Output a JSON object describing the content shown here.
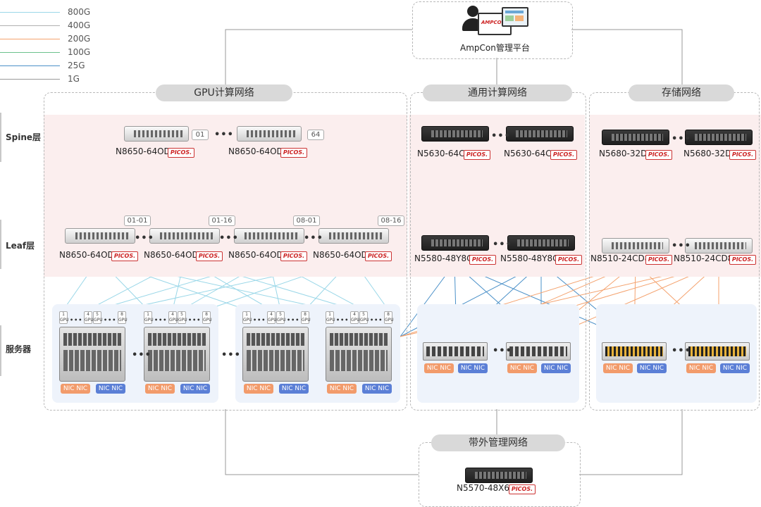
{
  "legend": [
    {
      "label": "800G",
      "color": "#9ad7e8"
    },
    {
      "label": "400G",
      "color": "#b0b0b0"
    },
    {
      "label": "200G",
      "color": "#f4a26e"
    },
    {
      "label": "100G",
      "color": "#6cc18d"
    },
    {
      "label": "25G",
      "color": "#4a90c8"
    },
    {
      "label": "1G",
      "color": "#9a9a9a"
    }
  ],
  "ampcon": {
    "label": "AmpCon管理平台",
    "logo_text": "AMPCON"
  },
  "sections": {
    "gpu": "GPU计算网络",
    "general": "通用计算网络",
    "storage": "存储网络",
    "oob": "带外管理网络"
  },
  "layers": {
    "spine": "Spine层",
    "leaf": "Leaf层",
    "server": "服务器"
  },
  "picos_text": "PICOS.",
  "gpu_spines": [
    {
      "model": "N8650-64OD",
      "tag": "01"
    },
    {
      "model": "N8650-64OD",
      "tag": "64"
    }
  ],
  "gpu_leaves": [
    {
      "model": "N8650-64OD",
      "tag": "01-01"
    },
    {
      "model": "N8650-64OD",
      "tag": "01-16"
    },
    {
      "model": "N8650-64OD",
      "tag": "08-01"
    },
    {
      "model": "N8650-64OD",
      "tag": "08-16"
    }
  ],
  "general_spines": [
    {
      "model": "N5630-64C"
    },
    {
      "model": "N5630-64C"
    }
  ],
  "general_leaves": [
    {
      "model": "N5580-48Y8C"
    },
    {
      "model": "N5580-48Y8C"
    }
  ],
  "storage_spines": [
    {
      "model": "N5680-32D"
    },
    {
      "model": "N5680-32D"
    }
  ],
  "storage_leaves": [
    {
      "model": "N8510-24CD8D"
    },
    {
      "model": "N8510-24CD8D"
    }
  ],
  "oob_switch": {
    "model": "N5570-48X6C"
  },
  "gpu_labels": {
    "gpu": "GPU",
    "n1": "1",
    "n4": "4",
    "n5": "5",
    "n8": "8"
  },
  "nic_label": "NIC NIC",
  "ellipsis": "•••"
}
